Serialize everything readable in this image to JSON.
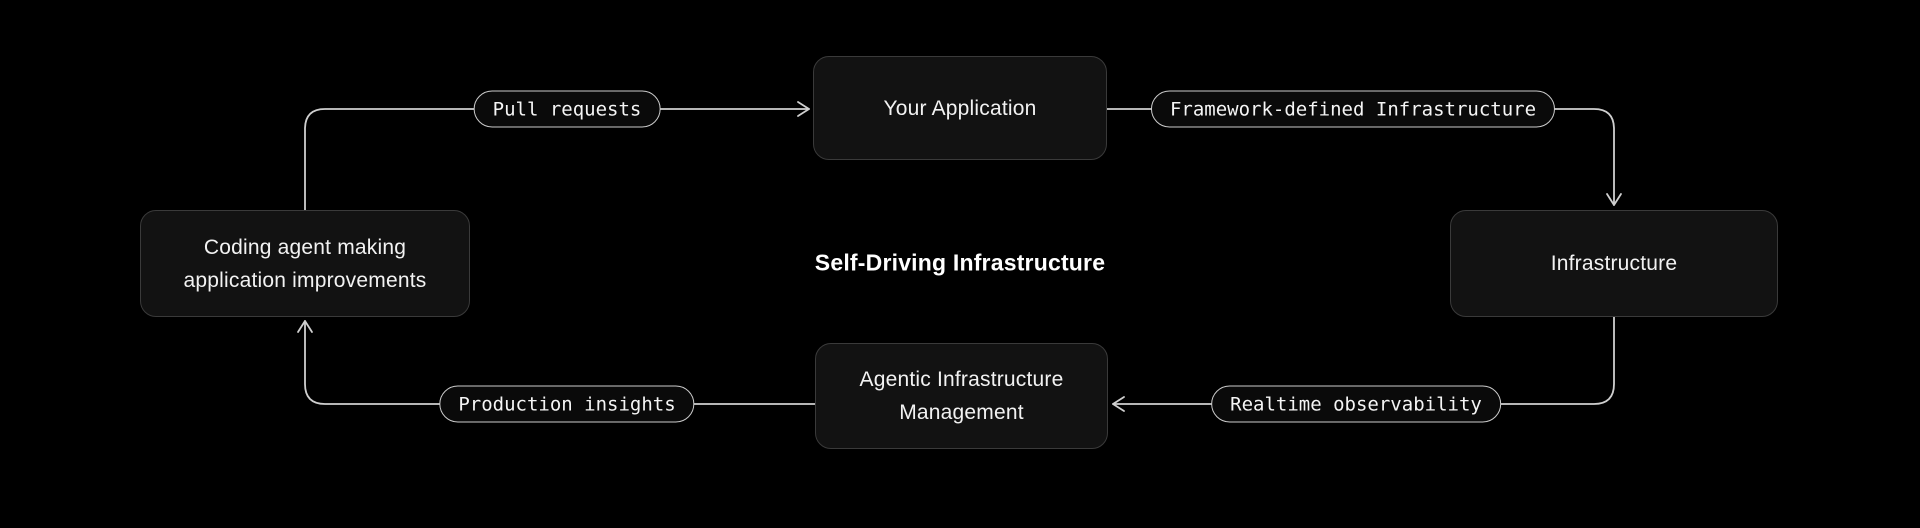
{
  "title": {
    "text": "Self-Driving Infrastructure"
  },
  "nodes": [
    {
      "id": "your-application",
      "label": "Your Application"
    },
    {
      "id": "infrastructure",
      "label": "Infrastructure"
    },
    {
      "id": "agentic-infrastructure-management",
      "label": "Agentic Infrastructure Management"
    },
    {
      "id": "coding-agent",
      "label": "Coding agent making application improvements"
    }
  ],
  "edges": [
    {
      "id": "pull-requests",
      "label": "Pull requests",
      "from": "coding-agent",
      "to": "your-application"
    },
    {
      "id": "framework-defined-infrastructure",
      "label": "Framework-defined Infrastructure",
      "from": "your-application",
      "to": "infrastructure"
    },
    {
      "id": "realtime-observability",
      "label": "Realtime observability",
      "from": "infrastructure",
      "to": "agentic-infrastructure-management"
    },
    {
      "id": "production-insights",
      "label": "Production insights",
      "from": "agentic-infrastructure-management",
      "to": "coding-agent"
    }
  ],
  "colors": {
    "background": "#000000",
    "node-fill": "#121212",
    "node-border": "#3a3a3a",
    "node-text": "#f2f2f2",
    "title-text": "#ffffff",
    "connector": "#cfcfcf",
    "pill-fill": "#0a0a0a",
    "pill-border": "#cccccc",
    "pill-text": "#f5f5f5"
  }
}
